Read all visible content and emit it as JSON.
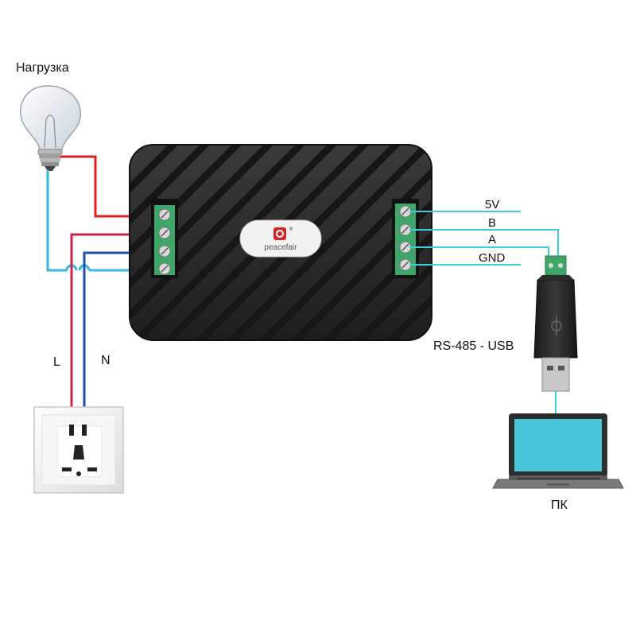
{
  "labels": {
    "load": "Нагрузка",
    "line": "L",
    "neutral": "N",
    "pin_5v": "5V",
    "pin_b": "B",
    "pin_a": "A",
    "pin_gnd": "GND",
    "adapter": "RS-485 - USB",
    "pc": "ПК"
  },
  "brand": {
    "name": "peacefair",
    "symbol": "®"
  },
  "colors": {
    "wire_red": "#e02020",
    "wire_line": "#d0204a",
    "wire_cyan": "#33b8e0",
    "wire_neutral": "#1f4fa8",
    "wire_data": "#3dd0e0",
    "device_body": "#2b2b2b",
    "terminal_green": "#3fa66a",
    "screen": "#4ac6da",
    "brand_red": "#d2232a"
  }
}
